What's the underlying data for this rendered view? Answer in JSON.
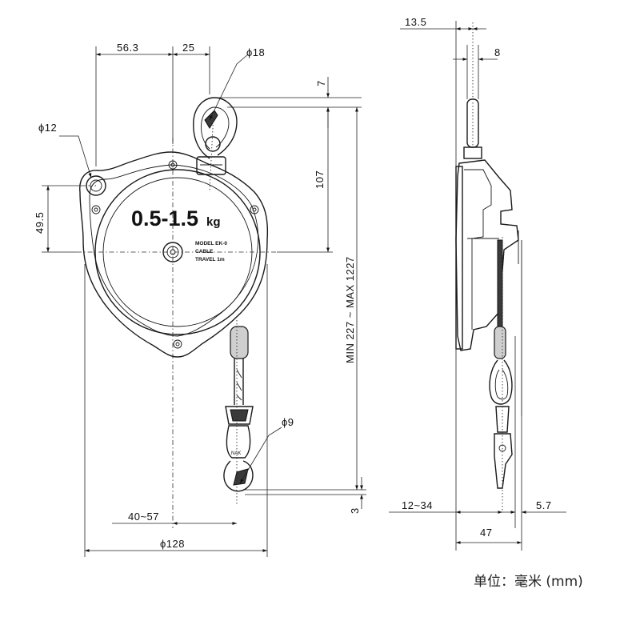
{
  "labels": {
    "dim_56_3": "56.3",
    "dim_25": "25",
    "dim_phi18": "ϕ18",
    "dim_phi12": "ϕ12",
    "dim_49_5": "49.5",
    "dim_7": "7",
    "dim_107": "107",
    "dim_travel": "MIN 227 ~ MAX 1227",
    "dim_phi9": "ϕ9",
    "dim_3": "3",
    "dim_40_57": "40~57",
    "dim_phi128": "ϕ128",
    "capacity": "0.5-1.5",
    "capacity_unit": "kg",
    "plate_line1": "MODEL  EK-0",
    "plate_line2": "CABLE",
    "plate_line3": "TRAVEL  1m",
    "dim_13_5": "13.5",
    "dim_8": "8",
    "dim_12_34": "12~34",
    "dim_5_7": "5.7",
    "dim_47": "47"
  },
  "unit_note": "单位：毫米 (mm)"
}
